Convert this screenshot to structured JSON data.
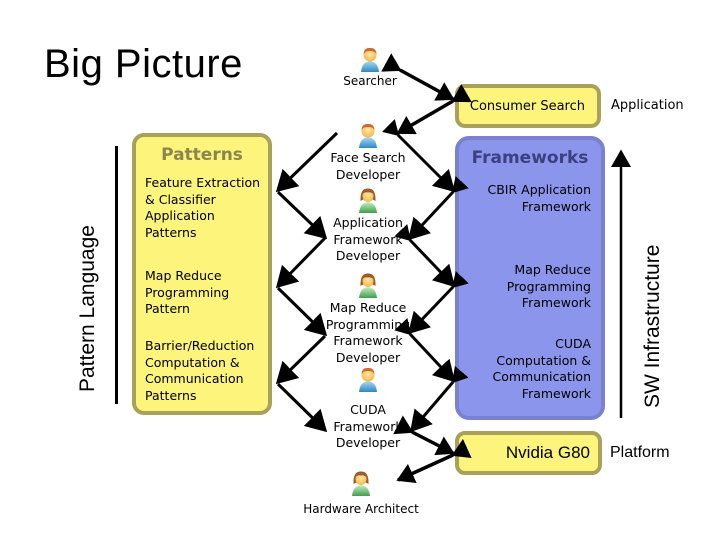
{
  "slide": {
    "title": "Big Picture",
    "left_axis_label": "Pattern Language",
    "right_axis_label": "SW Infrastructure"
  },
  "people": [
    {
      "id": "searcher",
      "label": "Searcher",
      "icon": "person-male-icon"
    },
    {
      "id": "face_search_dev",
      "label": "Face Search\nDeveloper",
      "icon": "person-male-icon"
    },
    {
      "id": "app_framework_dev",
      "label": "Application\nFramework\nDeveloper",
      "icon": "person-female-icon"
    },
    {
      "id": "mapreduce_dev",
      "label": "Map Reduce\nProgramming\nFramework\nDeveloper",
      "icon": "person-female-icon"
    },
    {
      "id": "cuda_dev",
      "label": "CUDA\nFramework\nDeveloper",
      "icon": "person-male-icon"
    },
    {
      "id": "hw_architect",
      "label": "Hardware Architect",
      "icon": "person-female-icon"
    }
  ],
  "patterns_box": {
    "header": "Patterns",
    "items": [
      "Feature Extraction\n& Classifier\nApplication\nPatterns",
      "Map Reduce\nProgramming\nPattern",
      "Barrier/Reduction\nComputation &\nCommunication\nPatterns"
    ]
  },
  "frameworks_box": {
    "header": "Frameworks",
    "items": [
      "CBIR Application\nFramework",
      "Map Reduce\nProgramming\nFramework",
      "CUDA\nComputation &\nCommunication\nFramework"
    ]
  },
  "application_box": {
    "label": "Consumer Search",
    "side_label": "Application"
  },
  "platform_box": {
    "label": "Nvidia G80",
    "side_label": "Platform"
  },
  "colors": {
    "yellow_fill": "#fdf47c",
    "yellow_border": "#a9a05a",
    "blue_fill": "#8c95ec",
    "blue_border": "#7a82cf",
    "patterns_header": "#8d8550",
    "frameworks_header": "#3a4080"
  }
}
